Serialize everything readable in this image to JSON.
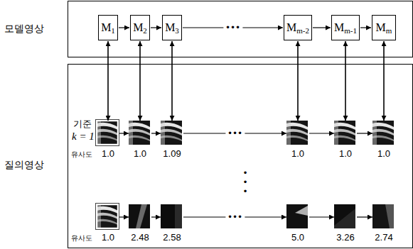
{
  "diagram": {
    "nodes": [
      {
        "text": [
          "모델영상"
        ]
      },
      {
        "text": [
          "M1"
        ],
        "in": 0
      },
      {
        "text": [
          "M2"
        ],
        "in": 0
      },
      {
        "text": [
          "M3"
        ],
        "in": 0
      },
      {
        "text": [
          "Mm-2"
        ],
        "in": 0
      },
      {
        "text": [
          "Mm-1"
        ],
        "in": 0
      },
      {
        "text": [
          "Mm"
        ],
        "in": 0
      },
      {
        "text": [
          "질의영상"
        ]
      },
      {
        "text": [
          "기준",
          "k = 1",
          "1.0"
        ],
        "in": 7
      },
      {
        "text": [
          "1.0"
        ],
        "in": 7
      },
      {
        "text": [
          "1.09"
        ],
        "in": 7
      },
      {
        "text": [
          "1.0"
        ],
        "in": 7
      },
      {
        "text": [
          "1.0"
        ],
        "in": 7
      },
      {
        "text": [
          "1.0"
        ],
        "in": 7
      },
      {
        "text": [
          "1.0"
        ],
        "in": 7
      },
      {
        "text": [
          "2.48"
        ],
        "in": 7
      },
      {
        "text": [
          "2.58"
        ],
        "in": 7
      },
      {
        "text": [
          "5.0"
        ],
        "in": 7
      },
      {
        "text": [
          "3.26"
        ],
        "in": 7
      },
      {
        "text": [
          "2.74"
        ],
        "in": 7
      }
    ],
    "edges": [
      {
        "from": 1,
        "to": 2,
        "arrow": "to"
      },
      {
        "from": 2,
        "to": 3,
        "arrow": "to"
      },
      {
        "from": 3,
        "to": 4,
        "arrow": "to",
        "label": "•••"
      },
      {
        "from": 4,
        "to": 5,
        "arrow": "to"
      },
      {
        "from": 5,
        "to": 6,
        "arrow": "to"
      },
      {
        "from": 1,
        "to": 8,
        "arrow": "both"
      },
      {
        "from": 2,
        "to": 9,
        "arrow": "both"
      },
      {
        "from": 3,
        "to": 10,
        "arrow": "both"
      },
      {
        "from": 4,
        "to": 11,
        "arrow": "both"
      },
      {
        "from": 5,
        "to": 12,
        "arrow": "both"
      },
      {
        "from": 6,
        "to": 13,
        "arrow": "both"
      },
      {
        "from": 8,
        "to": 9,
        "arrow": "to"
      },
      {
        "from": 9,
        "to": 10,
        "arrow": "to"
      },
      {
        "from": 10,
        "to": 11,
        "arrow": "to",
        "label": "•••"
      },
      {
        "from": 11,
        "to": 12,
        "arrow": "to"
      },
      {
        "from": 12,
        "to": 13,
        "arrow": "to"
      },
      {
        "from": 14,
        "to": 15,
        "arrow": "to"
      },
      {
        "from": 15,
        "to": 16,
        "arrow": "to"
      },
      {
        "from": 16,
        "to": 17,
        "arrow": "to",
        "label": "•••"
      },
      {
        "from": 17,
        "to": 18,
        "arrow": "to"
      },
      {
        "from": 18,
        "to": 19,
        "arrow": "to"
      }
    ],
    "labels": [
      "유사도",
      "유사도",
      "•••"
    ]
  }
}
